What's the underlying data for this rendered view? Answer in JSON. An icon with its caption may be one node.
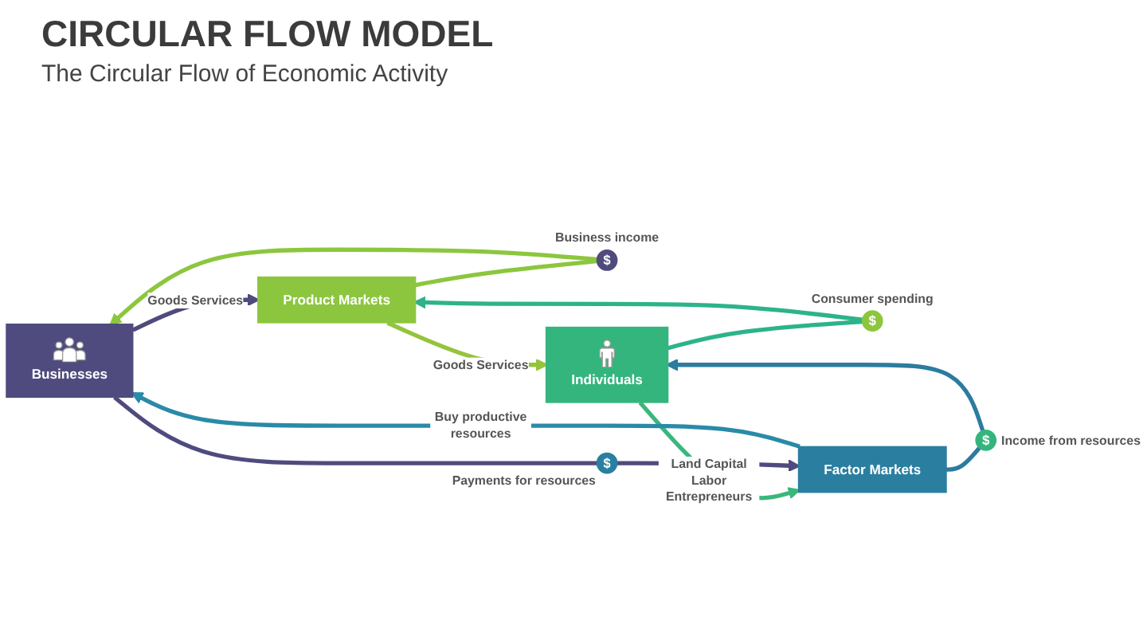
{
  "diagram": {
    "title": "CIRCULAR FLOW MODEL",
    "nodes": [
      {
        "text": [
          "$"
        ],
        "beside": [
          "Business income"
        ]
      },
      {
        "text": [
          "Product Markets"
        ]
      },
      {
        "text": [
          "$"
        ],
        "beside": [
          "Consumer spending"
        ]
      },
      {
        "text": [
          "Businesses"
        ]
      },
      {
        "text": [
          "Individuals"
        ]
      },
      {
        "text": [
          "$"
        ],
        "beside": [
          "Payments for resources"
        ]
      },
      {
        "text": [
          "Factor Markets"
        ]
      },
      {
        "text": [
          "$"
        ],
        "beside": [
          "Income from resources"
        ]
      }
    ],
    "edges": [
      {
        "from": 1,
        "to": 0,
        "arrow": "none",
        "color": "#8cc63e"
      },
      {
        "from": 0,
        "to": 3,
        "arrow": "to",
        "color": "#8cc63e"
      },
      {
        "from": 3,
        "to": 1,
        "arrow": "to",
        "label": "Goods Services",
        "color": "#4f4b7e"
      },
      {
        "from": 1,
        "to": 4,
        "arrow": "to",
        "label": "Goods Services",
        "color": "#94c43c"
      },
      {
        "from": 4,
        "to": 2,
        "arrow": "none",
        "color": "#2db38a"
      },
      {
        "from": 2,
        "to": 1,
        "arrow": "to",
        "color": "#2db38a"
      },
      {
        "from": 4,
        "to": 6,
        "arrow": "to",
        "label": "Land Capital Labor Entrepreneurs",
        "color": "#3ab77c"
      },
      {
        "from": 6,
        "to": 7,
        "arrow": "none",
        "color": "#2b7c9f"
      },
      {
        "from": 7,
        "to": 4,
        "arrow": "to",
        "color": "#2b7c9f"
      },
      {
        "from": 6,
        "to": 3,
        "arrow": "to",
        "label": "Buy productive resources",
        "color": "#2a8aa8"
      },
      {
        "from": 3,
        "to": 5,
        "arrow": "none",
        "color": "#4f4b7e"
      },
      {
        "from": 5,
        "to": 6,
        "arrow": "to",
        "color": "#4f4b7e"
      }
    ],
    "labels": [
      "The Circular Flow of Economic Activity"
    ]
  }
}
